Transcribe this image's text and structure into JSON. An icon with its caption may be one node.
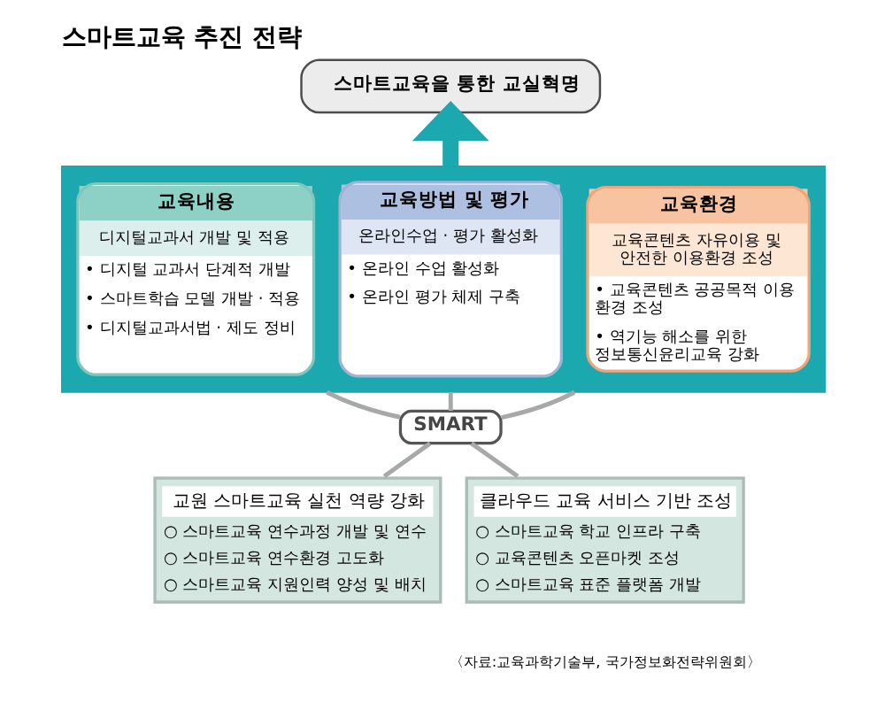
{
  "diagram": {
    "title": "스마트교육 추진 전략",
    "nodes": [
      {
        "text": [
          "스마트교육을 통한 교실혁명"
        ]
      },
      {
        "text": [],
        "shape": "box"
      },
      {
        "text": [
          "교육내용",
          "디지털교과서 개발 및 적용",
          "• 디지털 교과서 단계적 개발",
          "• 스마트학습 모델 개발 · 적용",
          "• 디지털교과서법 · 제도 정비"
        ],
        "in": 1
      },
      {
        "text": [
          "교육방법 및 평가",
          "온라인수업 · 평가 활성화",
          "• 온라인 수업 활성화",
          "• 온라인 평가 체제 구축"
        ],
        "in": 1
      },
      {
        "text": [
          "교육환경",
          "교육콘텐츠 자유이용 및 안전한 이용환경 조성",
          "• 교육콘텐츠 공공목적 이용 환경 조성",
          "• 역기능 해소를 위한 정보통신윤리교육 강화"
        ],
        "in": 1
      },
      {
        "text": [
          "SMART"
        ]
      },
      {
        "text": [
          "교원 스마트교육 실천 역량 강화",
          "○ 스마트교육 연수과정 개발 및 연수",
          "○ 스마트교육 연수환경 고도화",
          "○ 스마트교육 지원인력 양성 및 배치"
        ]
      },
      {
        "text": [
          "클라우드 교육 서비스 기반 조성",
          "○ 스마트교육 학교 인프라 구축",
          "○ 교육콘텐츠 오픈마켓 조성",
          "○ 스마트교육 표준 플랫폼 개발"
        ]
      }
    ],
    "edges": [
      {
        "from": 1,
        "to": 0,
        "arrow": "to",
        "style": "thick",
        "color": "#1ba8ae"
      },
      {
        "from": 1,
        "to": 5,
        "arrow": "none"
      },
      {
        "from": 1,
        "to": 5,
        "arrow": "none"
      },
      {
        "from": 1,
        "to": 5,
        "arrow": "none"
      },
      {
        "from": 5,
        "to": 6,
        "arrow": "none"
      },
      {
        "from": 5,
        "to": 7,
        "arrow": "none"
      }
    ],
    "labels": [
      "〈자료:교육과학기술부, 국가정보화전략위원회〉"
    ]
  }
}
